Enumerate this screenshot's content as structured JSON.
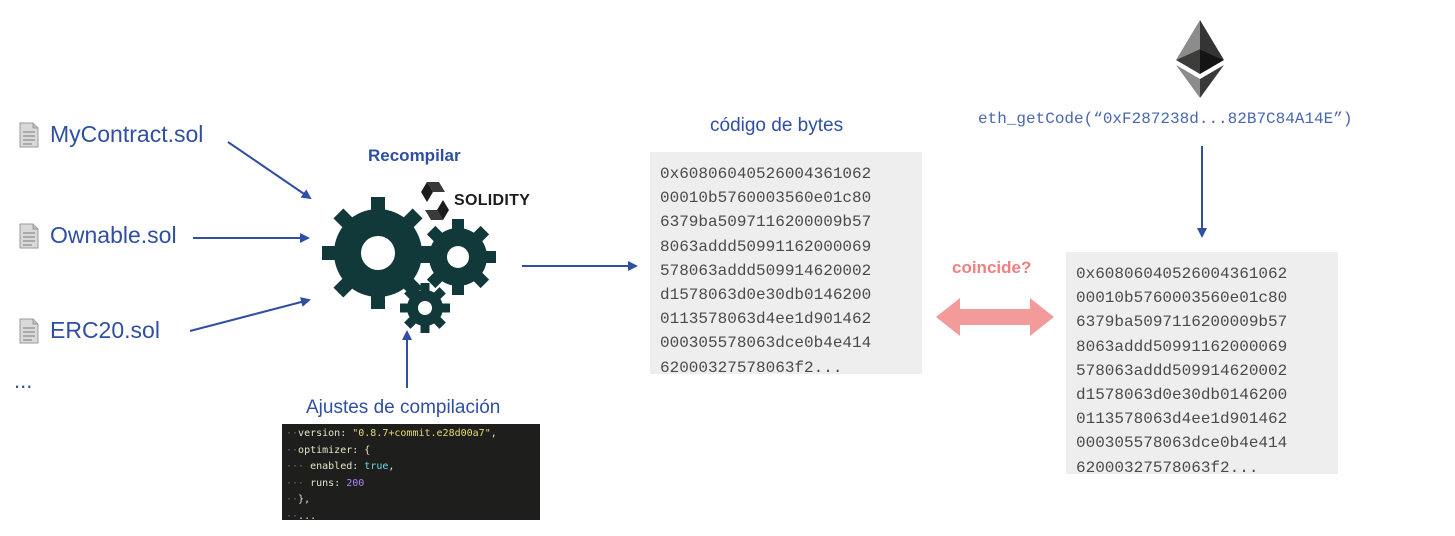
{
  "files": [
    {
      "name": "MyContract.sol"
    },
    {
      "name": "Ownable.sol"
    },
    {
      "name": "ERC20.sol"
    }
  ],
  "files_more": "...",
  "recompile_label": "Recompilar",
  "solidity_logo_text": "SOLIDITY",
  "settings_label": "Ajustes de compilación",
  "settings_code": [
    {
      "indent": "",
      "key": "version",
      "value": "\"0.8.7+commit.e28d00a7\"",
      "suffix": ",",
      "type": "str"
    },
    {
      "indent": "",
      "key": "optimizer",
      "value": "{",
      "suffix": "",
      "type": "plain"
    },
    {
      "indent": "  ",
      "key": "enabled",
      "value": "true",
      "suffix": ",",
      "type": "kw"
    },
    {
      "indent": "  ",
      "key": "runs",
      "value": "200",
      "suffix": "",
      "type": "num"
    },
    {
      "indent": "",
      "key": "",
      "value": "},",
      "suffix": "",
      "type": "plain"
    },
    {
      "indent": "",
      "key": "",
      "value": "...",
      "suffix": "",
      "type": "plain"
    }
  ],
  "bytecode_label": "código de bytes",
  "bytecode_lines": [
    "0x60806040526004361062",
    "00010b5760003560e01c80",
    "6379ba5097116200009b57",
    "8063addd50991162000069",
    "578063addd509914620002",
    "d1578063d0e30db0146200",
    "0113578063d4ee1d901462",
    "000305578063dce0b4e414",
    "62000327578063f2..."
  ],
  "coincide_label": "coincide?",
  "eth_getcode": "eth_getCode(“0xF287238d...82B7C84A14E”)",
  "colors": {
    "arrow": "#2f4fa3",
    "gear": "#11393a",
    "compare_arrow": "#f39a9a",
    "eth_logo": "#343434"
  },
  "icons": {
    "file": "document-icon",
    "gears": "gears-icon",
    "solidity": "solidity-logo",
    "ethereum": "ethereum-logo"
  }
}
